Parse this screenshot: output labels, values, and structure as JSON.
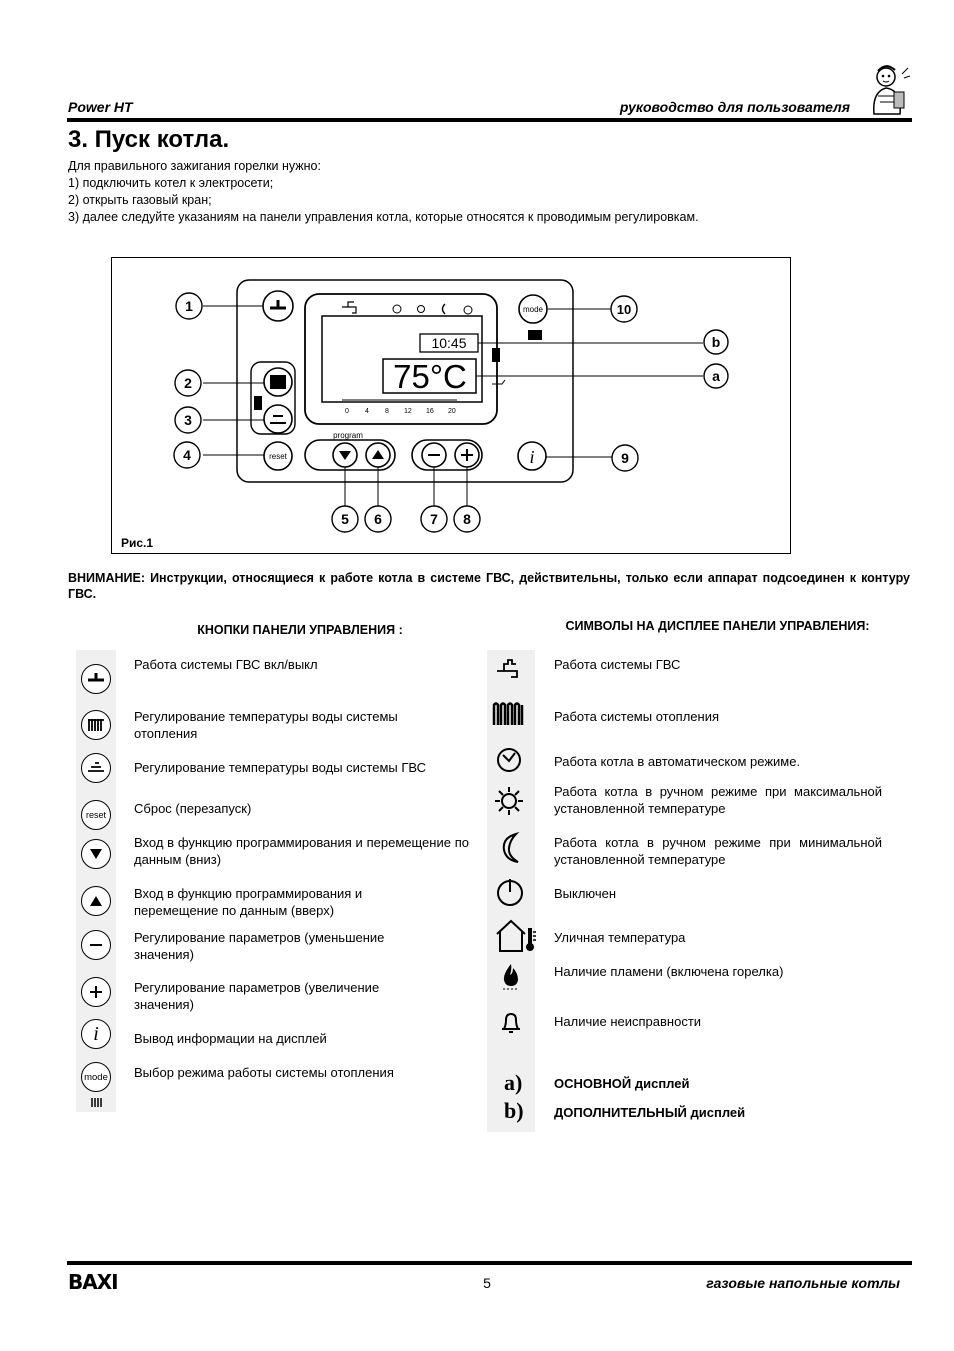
{
  "header": {
    "left": "Power HT",
    "right": "руководство для пользователя"
  },
  "title": "3. Пуск котла.",
  "intro": [
    "Для правильного зажигания горелки нужно:",
    "1) подключить котел к электросети;",
    "2) открыть газовый кран;",
    "3) далее следуйте  указаниям на панели управления котла, которые относятся  к проводимым регулировкам."
  ],
  "figure": {
    "caption": "Рис.1",
    "display_time": "10:45",
    "display_temp": "75°C",
    "program_label": "program",
    "mode_label": "mode",
    "reset_label": "reset",
    "scale": [
      "0",
      "4",
      "8",
      "12",
      "16",
      "20"
    ],
    "callouts": [
      "1",
      "2",
      "3",
      "4",
      "5",
      "6",
      "7",
      "8",
      "9",
      "10",
      "b",
      "a"
    ]
  },
  "warning": "ВНИМАНИЕ: Инструкции, относящиеся к работе котла в системе ГВС, действительны, только если аппарат подсоединен к контуру ГВС.",
  "buttons_heading": "КНОПКИ ПАНЕЛИ УПРАВЛЕНИЯ :",
  "symbols_heading": "СИМВОЛЫ НА ДИСПЛЕЕ ПАНЕЛИ УПРАВЛЕНИЯ:",
  "buttons": [
    {
      "icon": "tap-button-icon",
      "text": "Работа системы ГВС вкл/выкл"
    },
    {
      "icon": "radiator-button-icon",
      "text": "Регулирование температуры воды системы отопления"
    },
    {
      "icon": "hot-water-button-icon",
      "text": "Регулирование температуры воды системы ГВС"
    },
    {
      "icon": "reset-button-icon",
      "label": "reset",
      "text": "Сброс (перезапуск)"
    },
    {
      "icon": "down-arrow-button-icon",
      "text": "Вход в функцию программирования и перемещение по данным (вниз)"
    },
    {
      "icon": "up-arrow-button-icon",
      "text": "Вход в функцию программирования и перемещение по данным (вверх)"
    },
    {
      "icon": "minus-button-icon",
      "text": "Регулирование параметров (уменьшение значения)"
    },
    {
      "icon": "plus-button-icon",
      "text": "Регулирование параметров (увеличение значения)"
    },
    {
      "icon": "info-button-icon",
      "text": "Вывод информации на дисплей"
    },
    {
      "icon": "mode-button-icon",
      "label": "mode",
      "text": "Выбор  режима работы системы отопления"
    }
  ],
  "symbols": [
    {
      "icon": "tap-icon",
      "text": "Работа системы ГВС"
    },
    {
      "icon": "radiator-icon",
      "text": "Работа системы отопления"
    },
    {
      "icon": "clock-icon",
      "text": "Работа котла в автоматическом режиме."
    },
    {
      "icon": "sun-icon",
      "text": "Работа котла в ручном режиме при максимальной установленной температуре"
    },
    {
      "icon": "moon-icon",
      "text": "Работа котла в ручном режиме при минимальной установленной температуре"
    },
    {
      "icon": "power-icon",
      "text": "Выключен"
    },
    {
      "icon": "house-thermometer-icon",
      "text": "Уличная температура"
    },
    {
      "icon": "flame-icon",
      "text": "Наличие пламени (включена горелка)"
    },
    {
      "icon": "bell-icon",
      "text": "Наличие неисправности"
    },
    {
      "label": "a)",
      "text": "ОСНОВНОЙ дисплей"
    },
    {
      "label": "b)",
      "text": "ДОПОЛНИТЕЛЬНЫЙ дисплей"
    }
  ],
  "footer": {
    "logo": "BAXI",
    "page": "5",
    "right": "газовые напольные котлы"
  }
}
